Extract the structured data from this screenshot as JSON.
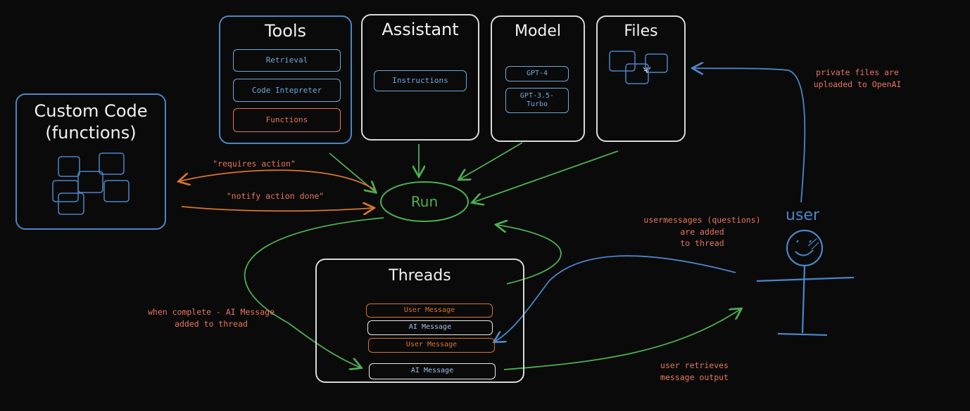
{
  "tools": {
    "title": "Tools",
    "items": [
      "Retrieval",
      "Code Intepreter",
      "Functions"
    ]
  },
  "assistant": {
    "title": "Assistant",
    "items": [
      "Instructions"
    ]
  },
  "model": {
    "title": "Model",
    "items": [
      "GPT-4",
      "GPT-3.5-\nTurbo"
    ]
  },
  "files": {
    "title": "Files"
  },
  "custom_code": {
    "title": "Custom Code\n(functions)"
  },
  "run": {
    "label": "Run"
  },
  "threads": {
    "title": "Threads",
    "messages": [
      "User Message",
      "AI Message",
      "User Message",
      "AI Message"
    ]
  },
  "user": {
    "label": "user"
  },
  "annotations": {
    "requires_action": "\"requires action\"",
    "notify_action_done": "\"notify action done\"",
    "private_files": "private files are\nuploaded to OpenAI",
    "user_messages_added": "usermessages (questions)\nare added\nto thread",
    "when_complete": "when complete - AI Message\nadded to thread",
    "user_retrieves": "user retrieves\nmessage output"
  },
  "colors": {
    "background": "#0a0a0a",
    "box_border": "#d9d9d9",
    "blue": "#4a86c8",
    "green_arrow": "#4caf50",
    "orange_arrow": "#d9762b",
    "annotation_red": "#e8765c"
  }
}
